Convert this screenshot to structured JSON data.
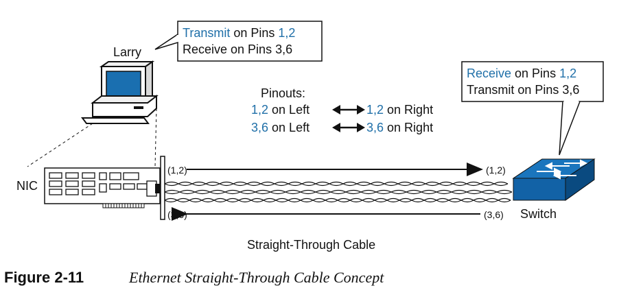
{
  "pc": {
    "label": "Larry"
  },
  "callout_left": {
    "line1_blue": "Transmit",
    "line1_mid": " on Pins ",
    "line1_pins": "1,2",
    "line2": "Receive on Pins 3,6"
  },
  "callout_right": {
    "line1_blue": "Receive",
    "line1_mid": " on Pins ",
    "line1_pins": "1,2",
    "line2": "Transmit on Pins 3,6"
  },
  "pinouts": {
    "title": "Pinouts:",
    "row1": {
      "left_pins": "1,2",
      "left_text": " on Left",
      "right_pins": "1,2",
      "right_text": " on Right"
    },
    "row2": {
      "left_pins": "3,6",
      "left_text": " on Left",
      "right_pins": "3,6",
      "right_text": " on Right"
    }
  },
  "nic": {
    "label": "NIC"
  },
  "switch": {
    "label": "Switch"
  },
  "wires": {
    "top_left": "(1,2)",
    "top_right": "(1,2)",
    "bottom_left": "(3,6)",
    "bottom_right": "(3,6)"
  },
  "cable": {
    "label": "Straight-Through Cable"
  },
  "caption": {
    "number": "Figure 2-11",
    "text": "Ethernet Straight-Through Cable Concept"
  },
  "colors": {
    "accent": "#1f6fa8",
    "monitor_screen": "#1a6fb0",
    "switch_top": "#1a75bd",
    "switch_side": "#0d5a99"
  }
}
